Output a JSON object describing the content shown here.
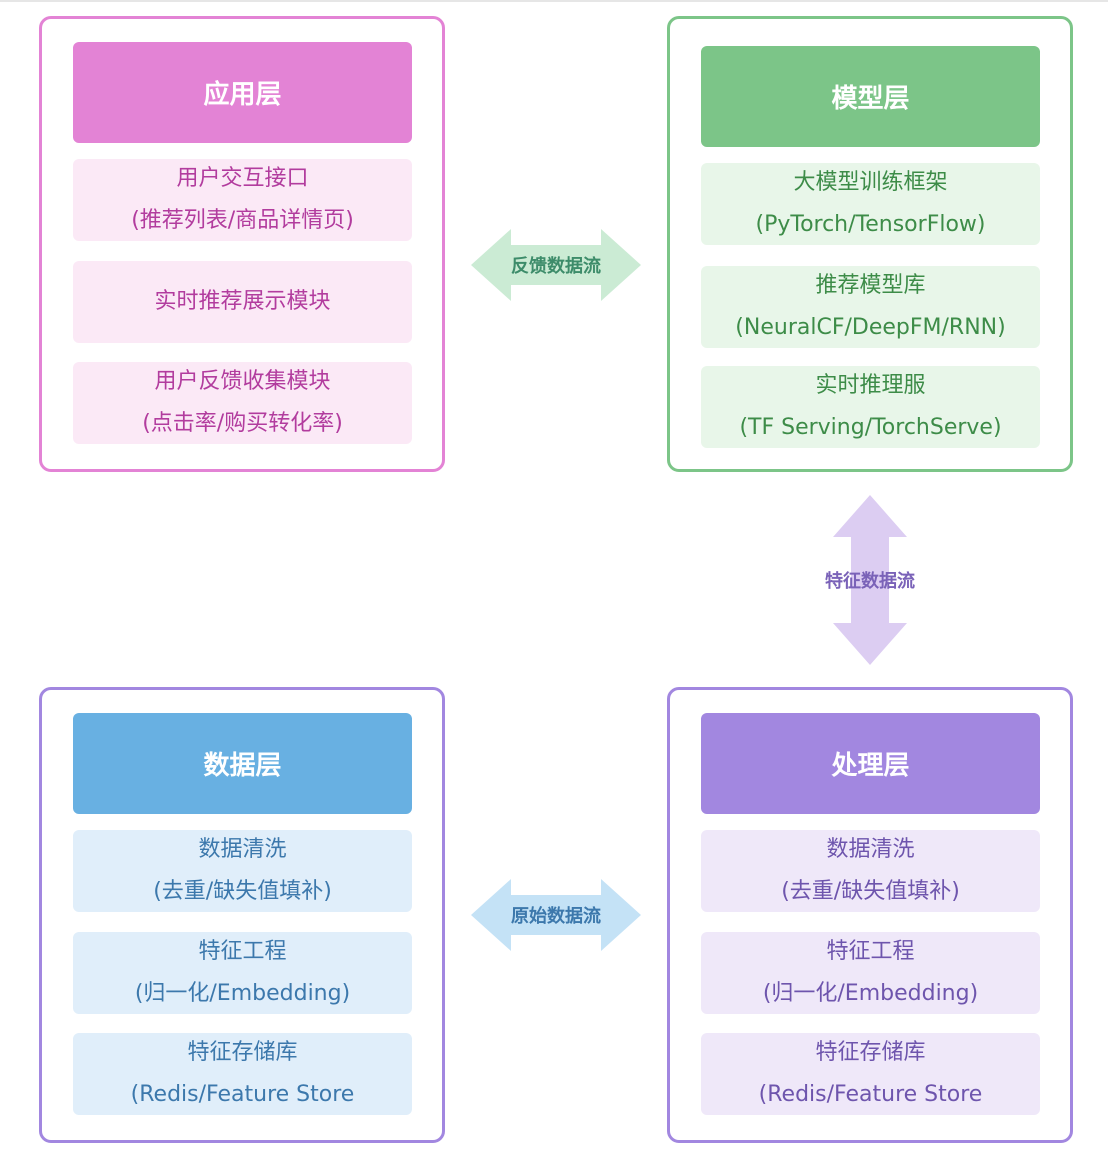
{
  "application_layer": {
    "title": "应用层",
    "items": [
      {
        "line1": "用户交互接口",
        "line2": "(推荐列表/商品详情页)"
      },
      {
        "line1": "实时推荐展示模块",
        "line2": ""
      },
      {
        "line1": "用户反馈收集模块",
        "line2": "(点击率/购买转化率)"
      }
    ]
  },
  "model_layer": {
    "title": "模型层",
    "items": [
      {
        "line1": "大模型训练框架",
        "line2": "(PyTorch/TensorFlow)"
      },
      {
        "line1": "推荐模型库",
        "line2": "(NeuralCF/DeepFM/RNN)"
      },
      {
        "line1": "实时推理服",
        "line2": "(TF Serving/TorchServe)"
      }
    ]
  },
  "data_layer": {
    "title": "数据层",
    "items": [
      {
        "line1": "数据清洗",
        "line2": "(去重/缺失值填补)"
      },
      {
        "line1": "特征工程",
        "line2": "(归一化/Embedding)"
      },
      {
        "line1": "特征存储库",
        "line2": "(Redis/Feature Store"
      }
    ]
  },
  "processing_layer": {
    "title": "处理层",
    "items": [
      {
        "line1": "数据清洗",
        "line2": "(去重/缺失值填补)"
      },
      {
        "line1": "特征工程",
        "line2": "(归一化/Embedding)"
      },
      {
        "line1": "特征存储库",
        "line2": "(Redis/Feature Store"
      }
    ]
  },
  "flows": {
    "feedback": "反馈数据流",
    "feature": "特征数据流",
    "raw": "原始数据流"
  },
  "colors": {
    "pink": "#e383d5",
    "pink_light": "#fbe9f6",
    "pink_text": "#b23c9e",
    "green": "#7cc588",
    "green_light": "#e8f6e9",
    "green_text": "#3d8c48",
    "blue": "#68b0e2",
    "blue_light": "#e0eefa",
    "blue_text": "#3c78ac",
    "purple": "#a287e0",
    "purple_light": "#efe8f9",
    "purple_text": "#6e55ad",
    "arrow_green": "#cbebd4",
    "arrow_purple": "#dccdf2",
    "arrow_blue": "#c4e2f6"
  }
}
